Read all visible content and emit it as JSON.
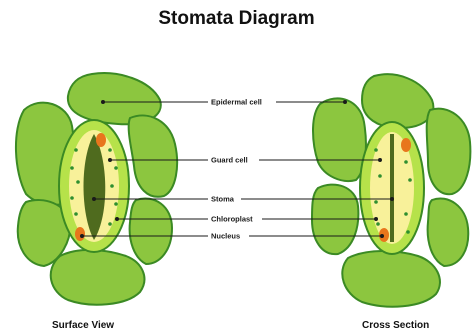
{
  "title": "Stomata Diagram",
  "labels": [
    "Epidermal cell",
    "Guard cell",
    "Stoma",
    "Chloroplast",
    "Nucleus"
  ],
  "views": {
    "surface": "Surface View",
    "cross": "Cross Section"
  },
  "colors": {
    "epidermal_fill": "#8cc63f",
    "epidermal_stroke": "#3b8a24",
    "guard_outer": "#b6e24a",
    "guard_inner": "#f8f19a",
    "stoma": "#4f6b1e",
    "chloroplast": "#2f8f2f",
    "nucleus": "#e8761c"
  }
}
